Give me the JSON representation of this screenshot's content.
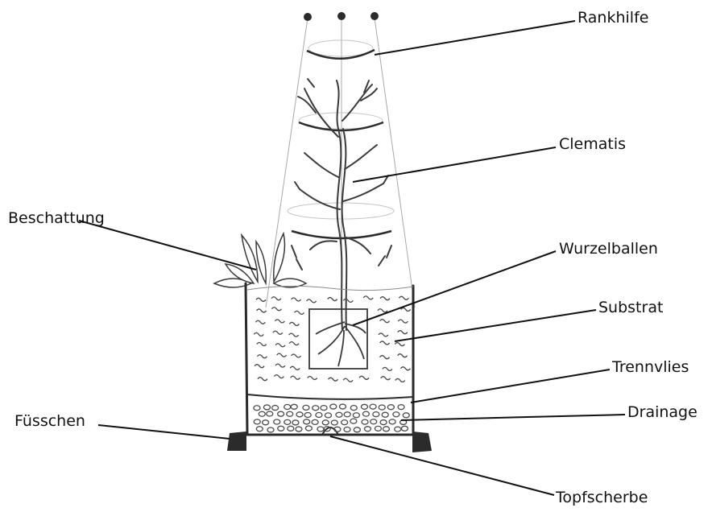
{
  "labels": {
    "rankhilfe": "Rankhilfe",
    "clematis": "Clematis",
    "beschattung": "Beschattung",
    "wurzelballen": "Wurzelballen",
    "substrat": "Substrat",
    "trennvlies": "Trennvlies",
    "drainage": "Drainage",
    "fusschen": "Füsschen",
    "topfscherbe": "Topfscherbe"
  },
  "colors": {
    "ink": "#2b2b2b",
    "pencil_light": "#9a9a9a",
    "background": "#ffffff"
  }
}
